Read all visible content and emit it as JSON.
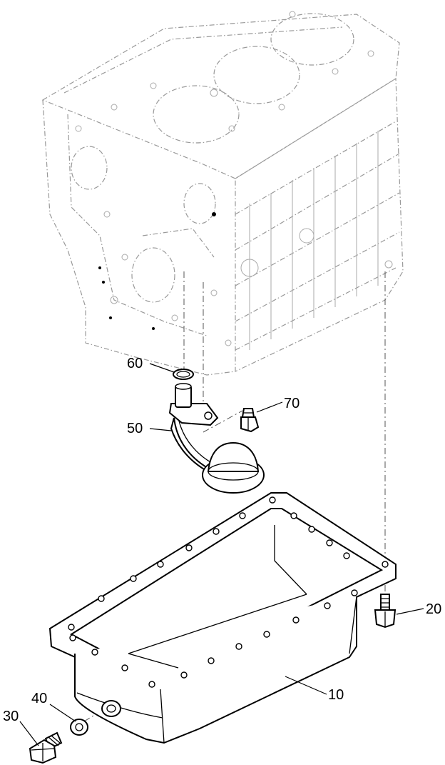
{
  "callouts": {
    "oil_pan": "10",
    "drain_bolt_side": "20",
    "drain_plug": "30",
    "gasket_washer": "40",
    "oil_strainer": "50",
    "o_ring": "60",
    "strainer_bolt": "70"
  }
}
